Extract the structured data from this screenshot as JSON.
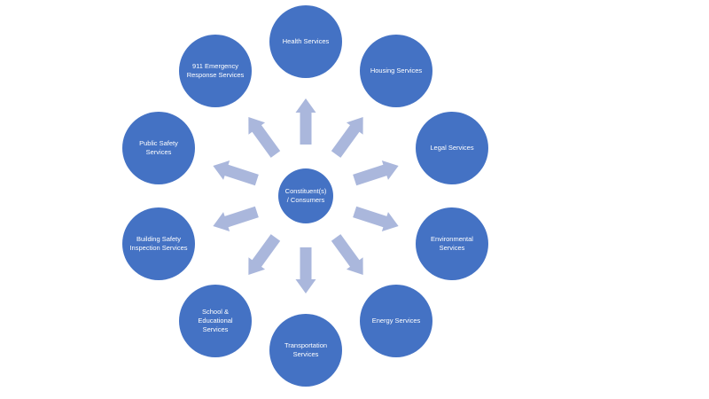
{
  "diagram": {
    "type": "radial-diverging",
    "description": "Central hub with block arrows radiating to ten service circles"
  },
  "colors": {
    "bg": "#ffffff",
    "node_fill": "#4472c4",
    "node_text": "#ffffff",
    "arrow_fill": "#aab7dc"
  },
  "center": {
    "label": "Constituent(s) / Consumers",
    "lines": [
      "Constituent(s)",
      "/ Consumers"
    ]
  },
  "nodes": [
    {
      "label": "Health Services"
    },
    {
      "label": "Housing Services"
    },
    {
      "label": "Legal Services"
    },
    {
      "label": "Environmental Services"
    },
    {
      "label": "Energy Services"
    },
    {
      "label": "Transportation Services"
    },
    {
      "label": "School & Educational Services"
    },
    {
      "label": "Building Safety Inspection Services"
    },
    {
      "label": "Public Safety Services"
    },
    {
      "label": "911 Emergency Response Services"
    }
  ]
}
